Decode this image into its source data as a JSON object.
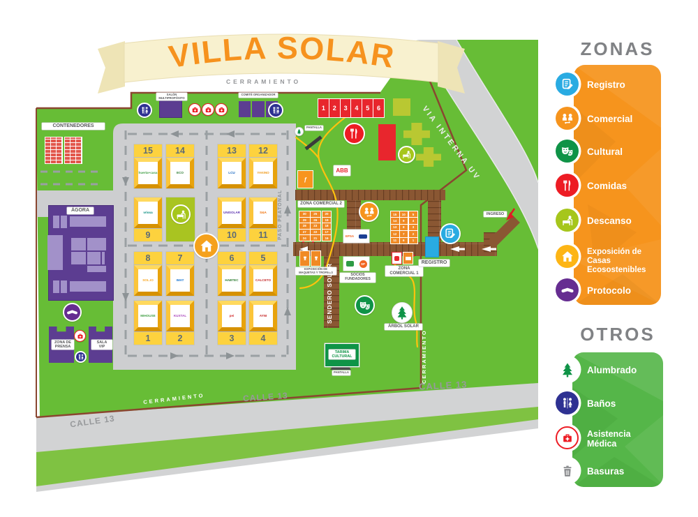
{
  "banner": {
    "title": "VILLA SOLAR"
  },
  "legend": {
    "zonas": {
      "title": "ZONAS",
      "items": [
        {
          "label": "Registro",
          "icon": "document-pencil-icon",
          "color": "#29abe2"
        },
        {
          "label": "Comercial",
          "icon": "people-exchange-icon",
          "color": "#f6941d"
        },
        {
          "label": "Cultural",
          "icon": "theater-masks-icon",
          "color": "#0f9347"
        },
        {
          "label": "Comidas",
          "icon": "fork-knife-icon",
          "color": "#ed1c24"
        },
        {
          "label": "Descanso",
          "icon": "rest-bench-icon",
          "color": "#a6c61c"
        },
        {
          "label": "Exposición de Casas Ecosostenibles",
          "icon": "house-icon",
          "color": "#fdb515"
        },
        {
          "label": "Protocolo",
          "icon": "handshake-icon",
          "color": "#662d91"
        }
      ]
    },
    "otros": {
      "title": "OTROS",
      "items": [
        {
          "label": "Alumbrado",
          "icon": "tree-icon",
          "color": "#ffffff"
        },
        {
          "label": "Baños",
          "icon": "wc-icon",
          "color": "#2e3192"
        },
        {
          "label": "Asistencia Médica",
          "icon": "first-aid-icon",
          "color": "#ffffff"
        },
        {
          "label": "Basuras",
          "icon": "trash-icon",
          "color": "#ffffff"
        }
      ]
    }
  },
  "map": {
    "labels": {
      "cerramiento_top": "CERRAMIENTO",
      "cerramiento_bottom": "CERRAMIENTO",
      "cerramiento_right": "CERRAMIENTO",
      "via_interna": "VIA INTERNA UV",
      "calle13_left": "CALLE 13",
      "calle13_mid": "CALLE 13",
      "calle13_right": "CALLE 13",
      "paso_peatonal": "PASO PEATONAL",
      "sendero_solar": "SENDERO SOLAR",
      "contenedores": "CONTENEDORES",
      "agora": "ÁGORA",
      "salon": "SALÓN MULTIPROPÓSITO",
      "comite": "COMITÉ ORGANIZADOR",
      "zona_comercial_2": "ZONA COMERCIAL 2",
      "zona_comercial_1_l1": "ZONA",
      "zona_comercial_1_l2": "COMERCIAL 1",
      "socios_l1": "SOCIOS",
      "socios_l2": "FUNDADORES",
      "expo_l1": "EXPOSICIÓN DE",
      "expo_l2": "MAQUETAS Y TROFEOS",
      "registro": "REGISTRO",
      "ingreso": "INGRESO",
      "arbol_solar": "ÁRBOL SOLAR",
      "tarima_l1": "TARIMA",
      "tarima_l2": "CULTURAL",
      "pantalla_top": "PANTALLA",
      "pantalla_bottom": "PANTALLA",
      "zona_prensa_l1": "ZONA DE",
      "zona_prensa_l2": "PRENSA",
      "sala_vip_l1": "SALA",
      "sala_vip_l2": "VIP",
      "abb": "ABB"
    },
    "food_stalls": [
      "1",
      "2",
      "3",
      "4",
      "5",
      "6"
    ],
    "plots": [
      {
        "num": "1",
        "logo": "MIHOUSE",
        "color": "#43a047"
      },
      {
        "num": "2",
        "logo": "KUXTAL",
        "color": "#ab47bc"
      },
      {
        "num": "3",
        "logo": "pei",
        "color": "#d32f2f"
      },
      {
        "num": "4",
        "logo": "AYNI",
        "color": "#c62828"
      },
      {
        "num": "5",
        "logo": "CALCETO",
        "color": "#c62828"
      },
      {
        "num": "6",
        "logo": "HABTEC",
        "color": "#2e7d32"
      },
      {
        "num": "7",
        "logo": "IMAT",
        "color": "#1976d2"
      },
      {
        "num": "8",
        "logo": "SOL.IO",
        "color": "#f9a825"
      },
      {
        "num": "9",
        "logo": "vrissa",
        "color": "#00897b"
      },
      {
        "num": "10",
        "logo": "UNISOLAR",
        "color": "#5e35b1"
      },
      {
        "num": "11",
        "logo": "S&A",
        "color": "#ef6c00"
      },
      {
        "num": "12",
        "logo": "YAKINO",
        "color": "#ef9a1a"
      },
      {
        "num": "13",
        "logo": "LCU",
        "color": "#1565c0"
      },
      {
        "num": "14",
        "logo": "ECO",
        "color": "#2e7d32"
      },
      {
        "num": "15",
        "logo": "huerta+casa",
        "color": "#43a047"
      }
    ],
    "zc2_left": [
      "30",
      "25",
      "29",
      "26",
      "28",
      "23",
      "27",
      "22",
      "24",
      "21"
    ],
    "zc2_right": [
      "20",
      "19",
      "18",
      "17",
      "16"
    ],
    "zc1_left": [
      "15",
      "10",
      "14",
      "9",
      "13",
      "8",
      "12",
      "7",
      "11",
      "6"
    ],
    "zc1_right": [
      "5",
      "4",
      "3",
      "2",
      "1"
    ],
    "socios_logos": [
      {
        "text": "EPSA",
        "color": "#f26522"
      },
      {
        "text": "",
        "color": "#1b3f94"
      },
      {
        "text": "",
        "color": "#2e9b44"
      },
      {
        "text": "SP",
        "color": "#f26522"
      }
    ]
  }
}
